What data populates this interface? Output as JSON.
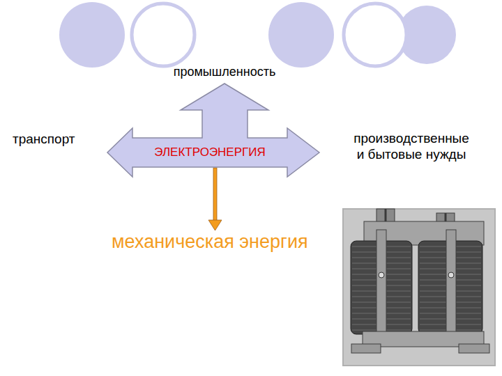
{
  "diagram": {
    "nodes": [
      {
        "text": [
          "ЭЛЕКТРОЭНЕРГИЯ"
        ]
      }
    ],
    "labels": [
      "промышленность",
      "транспорт",
      "производственные и бытовые нужды",
      "механическая энергия"
    ]
  }
}
